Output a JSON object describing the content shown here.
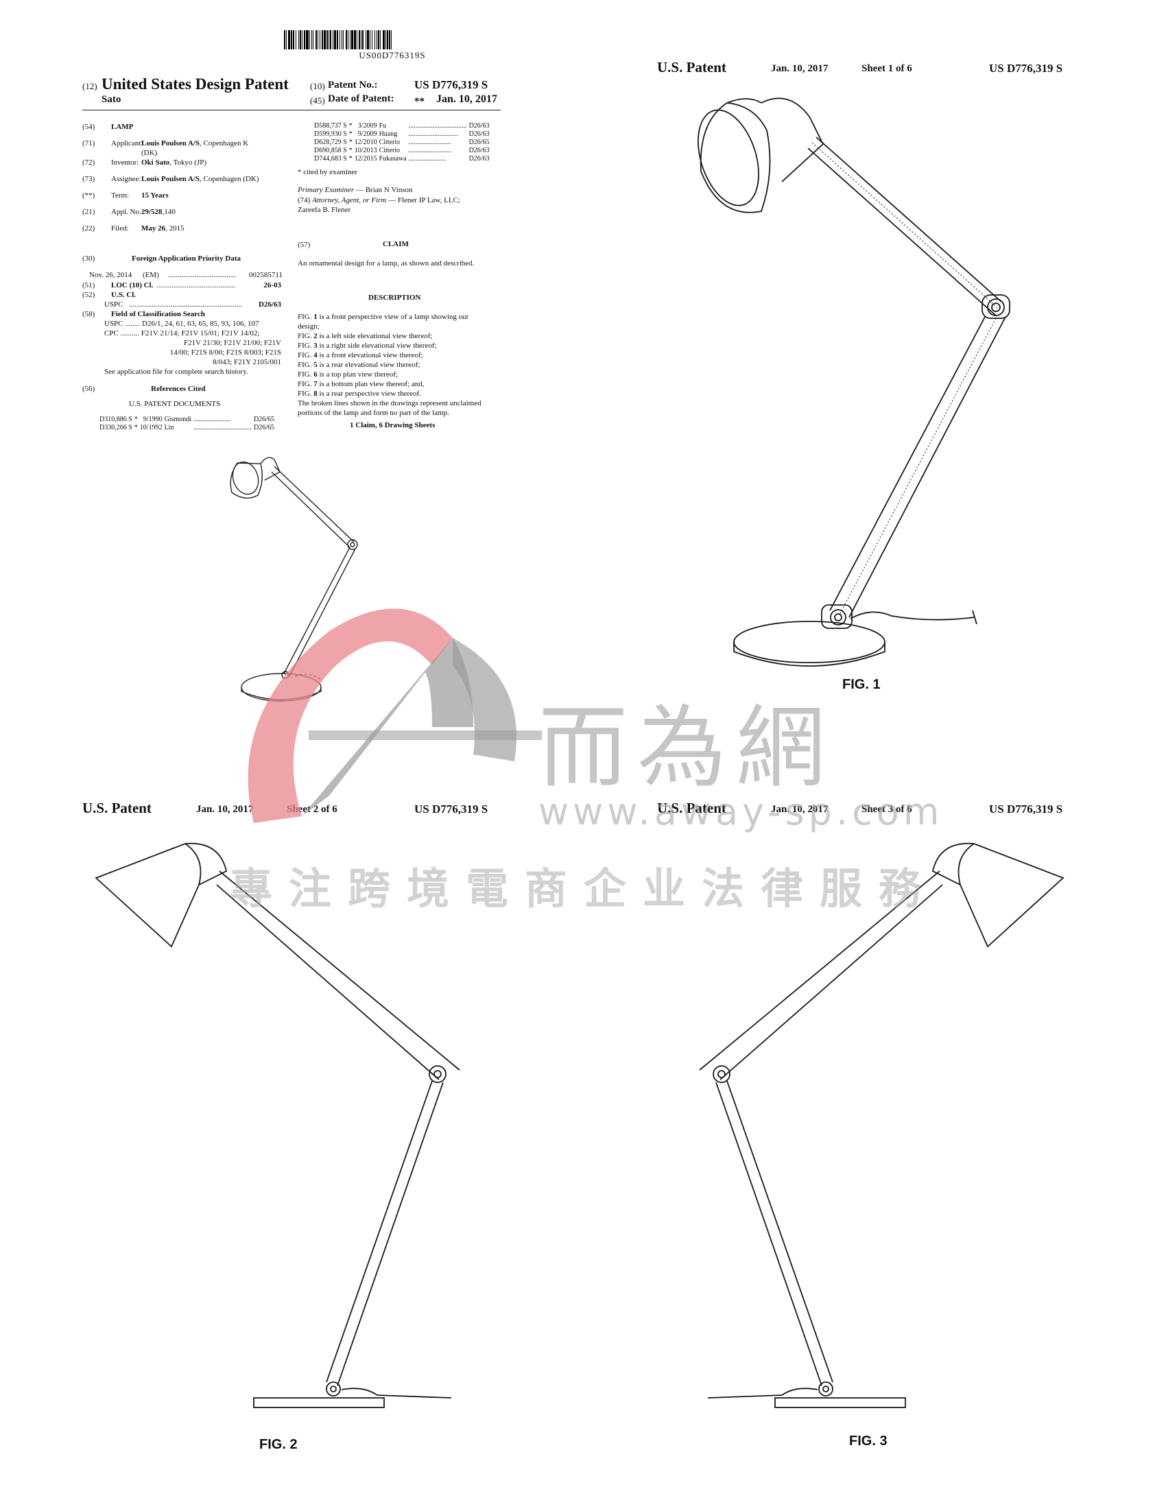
{
  "barcode_number": "US00D776319S",
  "cover": {
    "code12": "(12)",
    "title": "United States Design Patent",
    "inventor_short": "Sato",
    "code10": "(10)",
    "patent_no_label": "Patent No.:",
    "patent_no": "US D776,319 S",
    "code45": "(45)",
    "date_label": "Date of Patent:",
    "date_marker": "**",
    "date": "Jan. 10, 2017",
    "fields": [
      {
        "code": "(54)",
        "label": "",
        "value": "LAMP"
      },
      {
        "code": "(71)",
        "label": "Applicant:",
        "value": "Louis Poulsen A/S, Copenhagen K",
        "value2": "(DK)"
      },
      {
        "code": "(72)",
        "label": "Inventor:",
        "value": "Oki Sato, Tokyo (JP)"
      },
      {
        "code": "(73)",
        "label": "Assignee:",
        "value": "Louis Poulsen A/S, Copenhagen (DK)"
      },
      {
        "code": "(**)",
        "label": "Term:",
        "value": "15 Years"
      },
      {
        "code": "(21)",
        "label": "Appl. No.:",
        "value": "29/528,140"
      },
      {
        "code": "(22)",
        "label": "Filed:",
        "value": "May 26, 2015"
      }
    ],
    "foreign_code": "(30)",
    "foreign_title": "Foreign Application Priority Data",
    "foreign_row": {
      "date": "Nov. 26, 2014",
      "office": "(EM)",
      "dots": "....................................",
      "number": "002585711"
    },
    "loc": {
      "code": "(51)",
      "label": "LOC (10) Cl.",
      "dots": "..........................................",
      "value": "26-03"
    },
    "uscl": {
      "code": "(52)",
      "label": "U.S. Cl.",
      "sub": "USPC",
      "dots": "............................................................",
      "value": "D26/63"
    },
    "field_search": {
      "code": "(58)",
      "title": "Field of Classification Search",
      "lines": [
        "USPC ........ D26/1, 24, 61, 63, 65, 85, 93, 106, 107",
        "CPC .......... F21V 21/14; F21V 15/01; F21V 14/02;",
        "F21V 21/30; F21V 21/00; F21V",
        "14/00; F21S 8/00; F21S 8/003; F21S",
        "8/043; F21Y 2105/001",
        "See application file for complete search history."
      ]
    },
    "refs_code": "(56)",
    "refs_title": "References Cited",
    "refs_sub": "U.S. PATENT DOCUMENTS",
    "refs_left": [
      [
        "D310,886 S",
        "*",
        "9/1990",
        "Gismondi",
        "......................",
        "D26/65"
      ],
      [
        "D330,266 S",
        "*",
        "10/1992",
        "Lin",
        "..................................",
        "D26/65"
      ]
    ],
    "refs_right": [
      [
        "D588,737 S",
        "*",
        "3/2009",
        "Fu",
        "..................................",
        "D26/63"
      ],
      [
        "D599,930 S",
        "*",
        "9/2009",
        "Huang",
        ".............................",
        "D26/63"
      ],
      [
        "D628,729 S",
        "*",
        "12/2010",
        "Citterio",
        ".........................",
        "D26/65"
      ],
      [
        "D690,858 S",
        "*",
        "10/2013",
        "Citterio",
        ".........................",
        "D26/63"
      ],
      [
        "D744,683 S",
        "*",
        "12/2015",
        "Fukasawa",
        "......................",
        "D26/63"
      ]
    ],
    "cited_note": "* cited by examiner",
    "examiner_label": "Primary Examiner",
    "examiner": "— Brian N Vinson",
    "attorney_code": "(74)",
    "attorney_label": "Attorney, Agent, or Firm",
    "attorney": "— Flener IP Law, LLC;",
    "attorney2": "Zareefa B. Flener",
    "claim_code": "(57)",
    "claim_title": "CLAIM",
    "claim_text": "An ornamental design for a lamp, as shown and described.",
    "desc_title": "DESCRIPTION",
    "desc_lines": [
      "FIG. 1 is a front perspective view of a lamp showing our",
      "design;",
      "FIG. 2 is a left side elevational view thereof;",
      "FIG. 3 is a right side elevational view thereof;",
      "FIG. 4 is a front elevational view thereof;",
      "FIG. 5 is a rear elevational view thereof;",
      "FIG. 6 is a top plan view thereof;",
      "FIG. 7 is a bottom plan view thereof; and,",
      "FIG. 8 is a rear perspective view thereof.",
      "The broken lines shown in the drawings represent unclaimed",
      "portions of the lamp and form no part of the lamp."
    ],
    "sheets_note": "1 Claim, 6 Drawing Sheets"
  },
  "sheets": [
    {
      "left": "U.S. Patent",
      "date": "Jan. 10, 2017",
      "sheet": "Sheet 1 of 6",
      "number": "US D776,319 S",
      "fig": "FIG. 1"
    },
    {
      "left": "U.S. Patent",
      "date": "Jan. 10, 2017",
      "sheet": "Sheet 2 of 6",
      "number": "US D776,319 S",
      "fig": "FIG. 2"
    },
    {
      "left": "U.S. Patent",
      "date": "Jan. 10, 2017",
      "sheet": "Sheet 3 of 6",
      "number": "US D776,319 S",
      "fig": "FIG. 3"
    }
  ],
  "watermark": {
    "chinese": "而為網",
    "url": "www.away-sp.com",
    "slogan": "專注跨境電商企业法律服務",
    "logo_red": "#e9868c",
    "logo_gray": "#9a9a9a"
  }
}
